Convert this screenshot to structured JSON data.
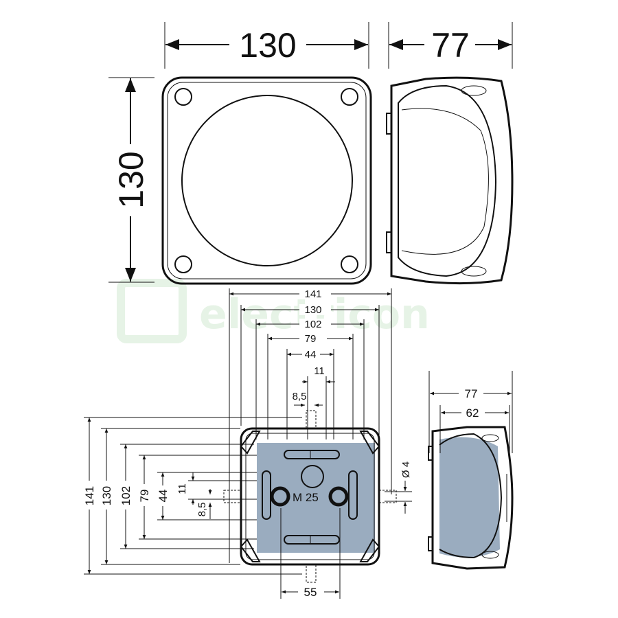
{
  "top_view": {
    "width_label": "130",
    "height_label": "130",
    "depth_label": "77"
  },
  "bottom_view": {
    "horizontal_dims": [
      "141",
      "130",
      "102",
      "79",
      "44",
      "11",
      "8,5"
    ],
    "vertical_dims": [
      "141",
      "130",
      "102",
      "79",
      "44",
      "11",
      "8,5"
    ],
    "bottom_dim": "55",
    "thread_label": "M 25",
    "hole_label": "Ø 4",
    "side_dims": [
      "77",
      "62"
    ]
  },
  "watermark": {
    "text": "electricon",
    "color": "#e6f3e6"
  }
}
